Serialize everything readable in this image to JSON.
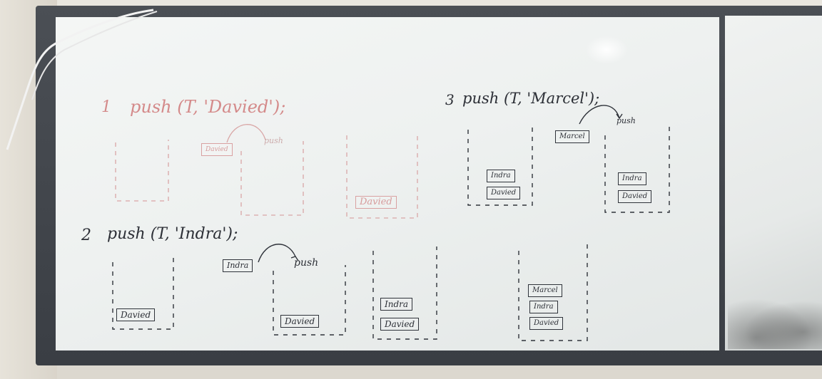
{
  "whiteboard": {
    "step1": {
      "number": "1",
      "code": "push (T, 'Davied');",
      "box_label": "Davied",
      "push_label": "push",
      "stack_items": [
        "Davied"
      ]
    },
    "step2": {
      "number": "2",
      "code": "push (T, 'Indra');",
      "box_label": "Indra",
      "push_label": "push",
      "before": [
        "Davied"
      ],
      "during": [
        "Davied"
      ],
      "after": [
        "Indra",
        "Davied"
      ]
    },
    "step3": {
      "number": "3",
      "code": "push (T, 'Marcel');",
      "box_label": "Marcel",
      "push_label": "push",
      "before": [
        "Indra",
        "Davied"
      ],
      "during": [
        "Indra",
        "Davied"
      ],
      "after": [
        "Marcel",
        "Indra",
        "Davied"
      ]
    }
  },
  "colors": {
    "frame": "#3f4349",
    "board": "#eef1f0",
    "ink_dark": "#2c2f36",
    "ink_red": "#d48a8a"
  }
}
